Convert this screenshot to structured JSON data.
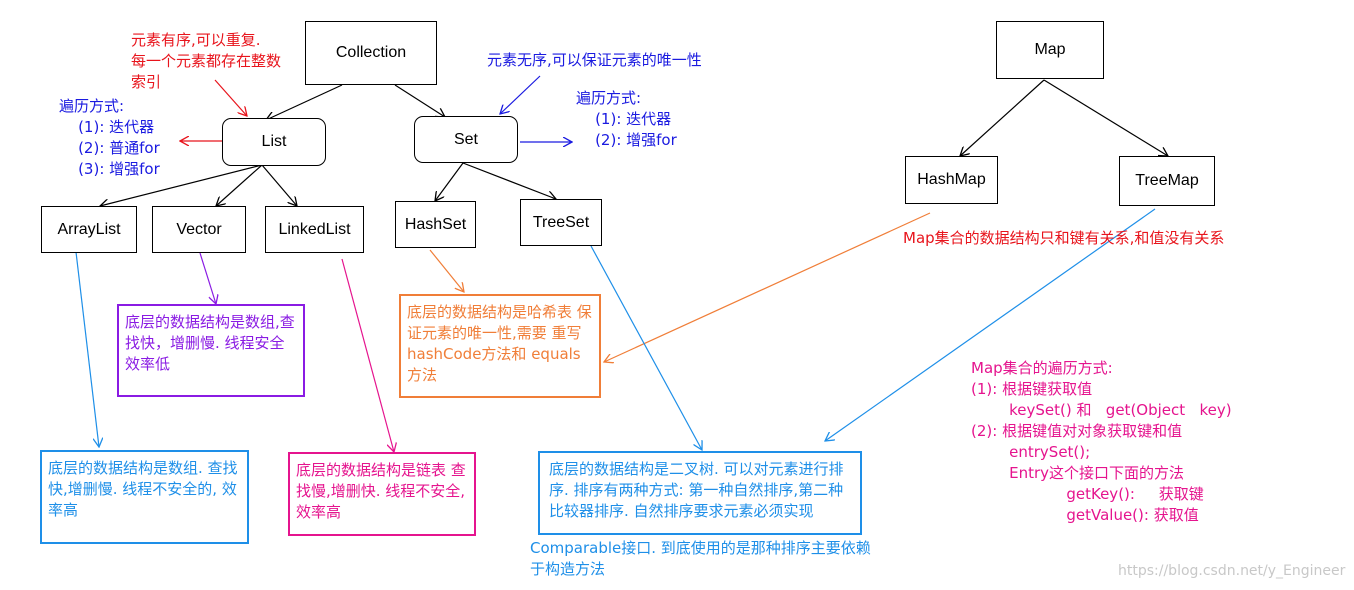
{
  "nodes": {
    "collection": "Collection",
    "list": "List",
    "set": "Set",
    "arraylist": "ArrayList",
    "vector": "Vector",
    "linkedlist": "LinkedList",
    "hashset": "HashSet",
    "treeset": "TreeSet",
    "map": "Map",
    "hashmap": "HashMap",
    "treemap": "TreeMap"
  },
  "notes": {
    "list_desc": "元素有序,可以重复.\n每一个元素都存在整数\n索引",
    "list_traverse": "遍历方式:\n    (1): 迭代器\n    (2): 普通for\n    (3): 增强for",
    "set_desc": "元素无序,可以保证元素的唯一性",
    "set_traverse": "遍历方式:\n    (1): 迭代器\n    (2): 增强for",
    "vector_desc": "底层的数据结构是数组,查找快，增删慢. 线程安全 效率低",
    "arraylist_desc": "底层的数据结构是数组. 查找快,增删慢. 线程不安全的, 效率高",
    "linkedlist_desc": "底层的数据结构是链表 查找慢,增删快. 线程不安全,效率高",
    "hashset_desc": "底层的数据结构是哈希表 保证元素的唯一性,需要 重写hashCode方法和 equals方法",
    "treeset_desc": "底层的数据结构是二叉树. 可以对元素进行排序. 排序有两种方式: 第一种自然排序,第二种比较器排序. 自然排序要求元素必须实现",
    "treeset_note": "Comparable接口. 到底使用的是那种排序主要依赖\n于构造方法",
    "map_struct": "Map集合的数据结构只和键有关系,和值没有关系",
    "map_traverse": "Map集合的遍历方式:\n(1): 根据键获取值\n        keySet() 和   get(Object   key)\n(2): 根据键值对对象获取键和值\n        entrySet();\n        Entry这个接口下面的方法\n                    getKey():     获取键\n                    getValue(): 获取值"
  },
  "watermark": "https://blog.csdn.net/y_Engineer",
  "colors": {
    "red": "#e8141c",
    "blue": "#1a1ae0",
    "orange": "#f07e38",
    "purple": "#8a1be3",
    "pink": "#e5148e",
    "light_blue": "#1e8fe8"
  }
}
